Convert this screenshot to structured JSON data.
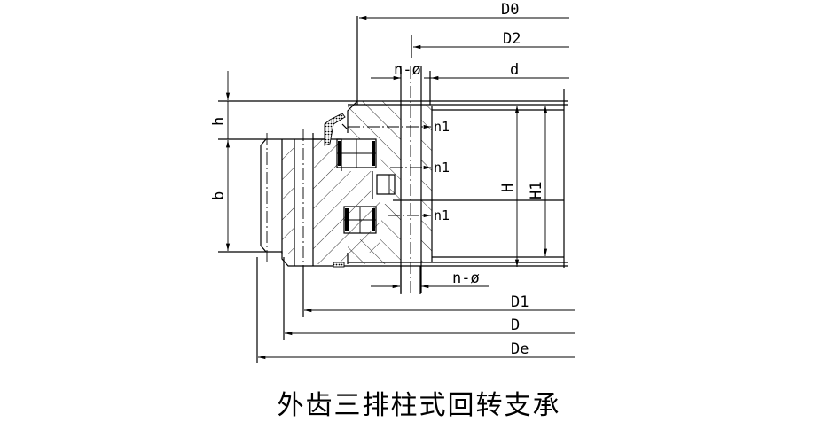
{
  "drawing": {
    "title": "外齿三排柱式回转支承",
    "subject": "External-gear three-row roller slewing bearing cross-section",
    "dimension_labels": {
      "outer_mount_dia": "D0",
      "inner_mount_dia": "D2",
      "bore_dia": "d",
      "inner_hole_spec": "n-ø",
      "outer_hole_spec": "n-ø",
      "gear_root_dia": "D1",
      "outer_dia": "D",
      "tip_dia": "De",
      "top_height": "h",
      "gear_width": "b",
      "total_height": "H",
      "inner_ring_height": "H1",
      "lube_hole_1": "n1",
      "lube_hole_2": "n1",
      "lube_hole_3": "n1"
    }
  }
}
